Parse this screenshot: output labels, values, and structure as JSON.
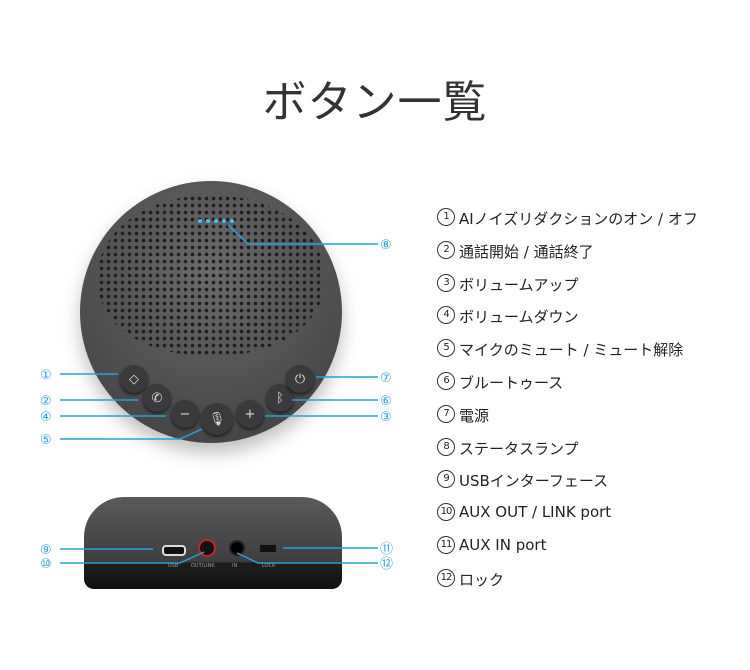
{
  "title": "ボタン一覧",
  "callout_numbers": [
    "①",
    "②",
    "③",
    "④",
    "⑤",
    "⑥",
    "⑦",
    "⑧",
    "⑨",
    "⑩",
    "⑪",
    "⑫"
  ],
  "device_labels": {
    "usb": "USB",
    "out_link": "OUT/LINK",
    "in": "IN",
    "lock": "LOCK"
  },
  "legend": [
    {
      "num": "1",
      "label": "AIノイズリダクションのオン / オフ"
    },
    {
      "num": "2",
      "label": "通話開始 / 通話終了"
    },
    {
      "num": "3",
      "label": "ボリュームアップ"
    },
    {
      "num": "4",
      "label": "ボリュームダウン"
    },
    {
      "num": "5",
      "label": "マイクのミュート / ミュート解除"
    },
    {
      "num": "6",
      "label": "ブルートゥース"
    },
    {
      "num": "7",
      "label": "電源"
    },
    {
      "num": "8",
      "label": "ステータスランプ"
    },
    {
      "num": "9",
      "label": "USBインターフェース"
    },
    {
      "num": "10",
      "label": "AUX OUT / LINK port"
    },
    {
      "num": "11",
      "label": "AUX IN port"
    },
    {
      "num": "12",
      "label": "ロック"
    }
  ],
  "colors": {
    "callout": "#2aa0d8",
    "led": "#3fc3ee"
  }
}
